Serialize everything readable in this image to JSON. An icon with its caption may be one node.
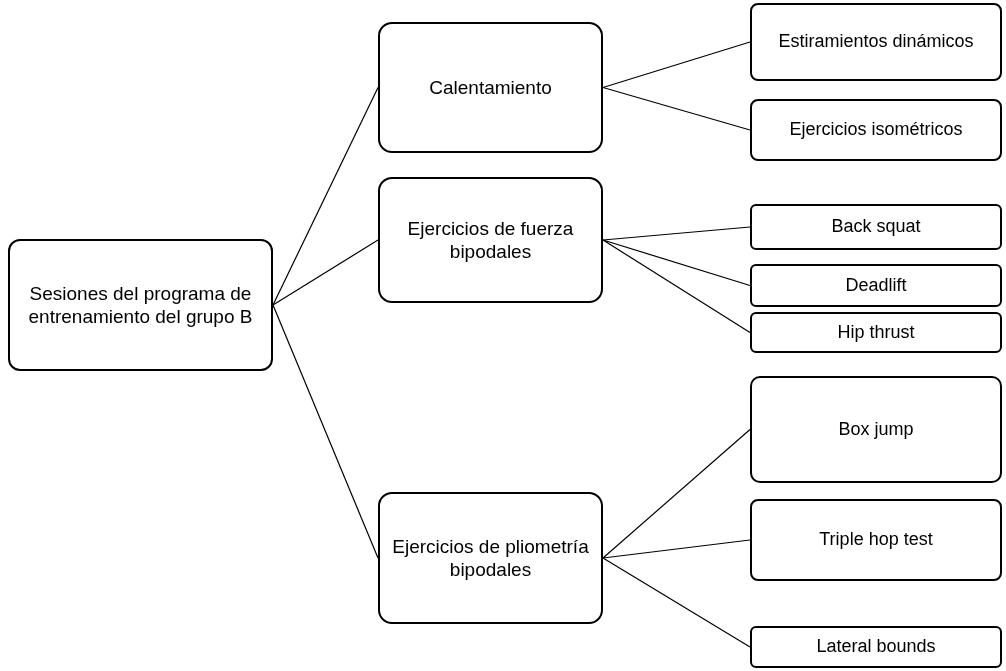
{
  "diagram": {
    "nodes": [
      {
        "text": [
          "Sesiones del programa de entrenamiento del grupo B"
        ]
      },
      {
        "text": [
          "Calentamiento"
        ]
      },
      {
        "text": [
          "Ejercicios de fuerza bipodales"
        ]
      },
      {
        "text": [
          "Ejercicios de pliometría bipodales"
        ]
      },
      {
        "text": [
          "Estiramientos dinámicos"
        ]
      },
      {
        "text": [
          "Ejercicios isométricos"
        ]
      },
      {
        "text": [
          "Back squat"
        ]
      },
      {
        "text": [
          "Deadlift"
        ]
      },
      {
        "text": [
          "Hip thrust"
        ]
      },
      {
        "text": [
          "Box jump"
        ]
      },
      {
        "text": [
          "Triple hop test"
        ]
      },
      {
        "text": [
          "Lateral bounds"
        ]
      }
    ],
    "edges": [
      {
        "from": 0,
        "to": 1,
        "arrow": "none"
      },
      {
        "from": 0,
        "to": 2,
        "arrow": "none"
      },
      {
        "from": 0,
        "to": 3,
        "arrow": "none"
      },
      {
        "from": 1,
        "to": 4,
        "arrow": "none"
      },
      {
        "from": 1,
        "to": 5,
        "arrow": "none"
      },
      {
        "from": 2,
        "to": 6,
        "arrow": "none"
      },
      {
        "from": 2,
        "to": 7,
        "arrow": "none"
      },
      {
        "from": 2,
        "to": 8,
        "arrow": "none"
      },
      {
        "from": 3,
        "to": 9,
        "arrow": "none"
      },
      {
        "from": 3,
        "to": 10,
        "arrow": "none"
      },
      {
        "from": 3,
        "to": 11,
        "arrow": "none"
      }
    ]
  }
}
